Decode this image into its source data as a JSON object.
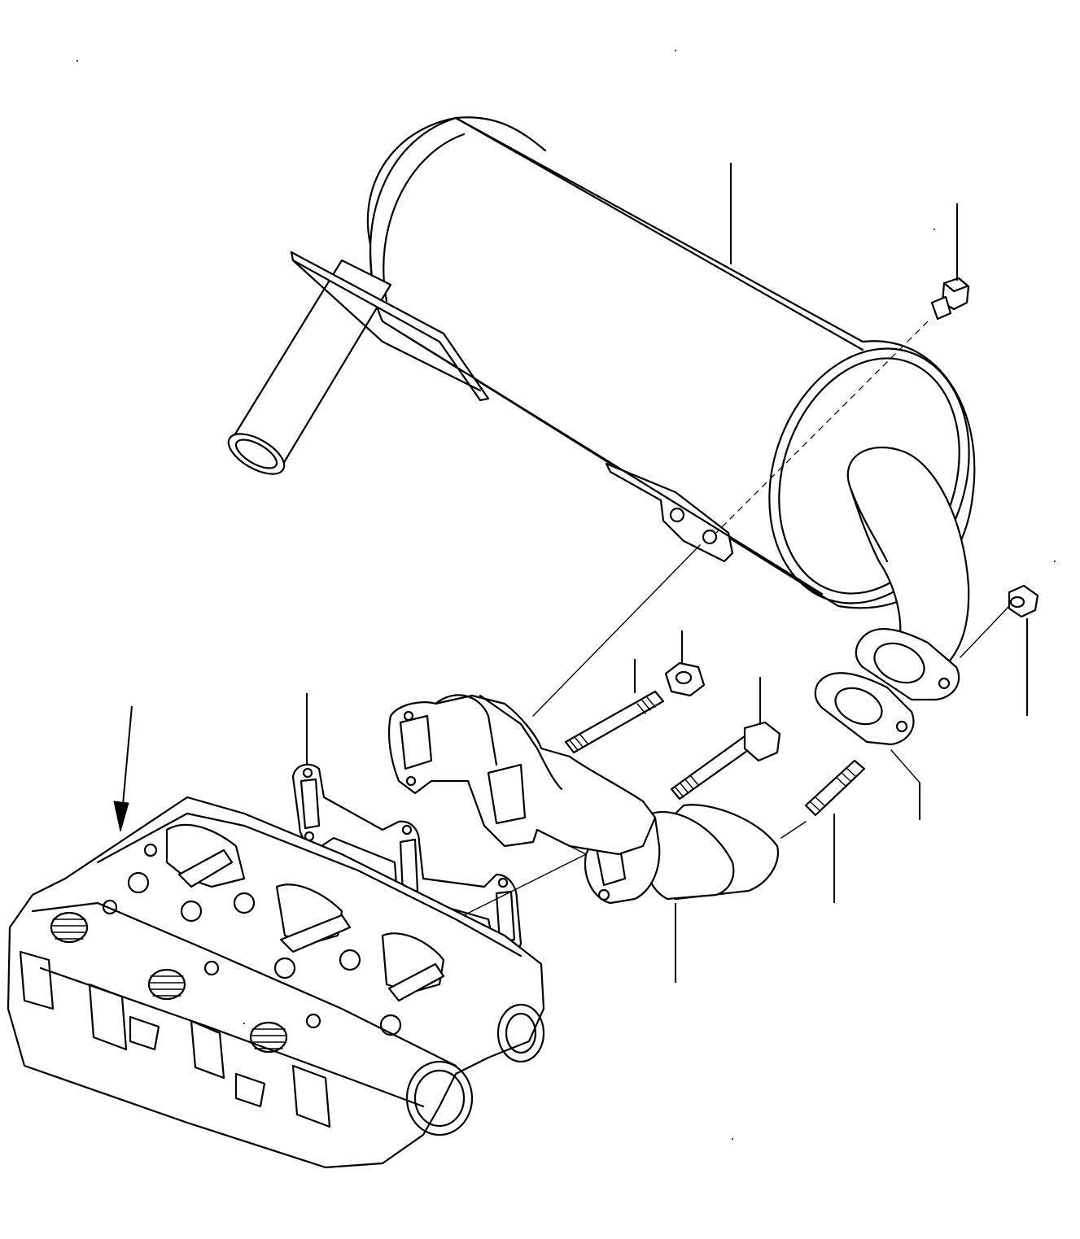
{
  "figure": {
    "kind": "exploded parts diagram",
    "parts": [
      "muffler",
      "muffler-mount-bolt",
      "exhaust-flange-nut-right",
      "outlet-gasket",
      "stud",
      "exhaust-elbow",
      "manifold-bolt",
      "manifold-nut",
      "manifold-stud",
      "exhaust-manifold",
      "manifold-gasket",
      "cylinder-head"
    ],
    "callouts": []
  }
}
